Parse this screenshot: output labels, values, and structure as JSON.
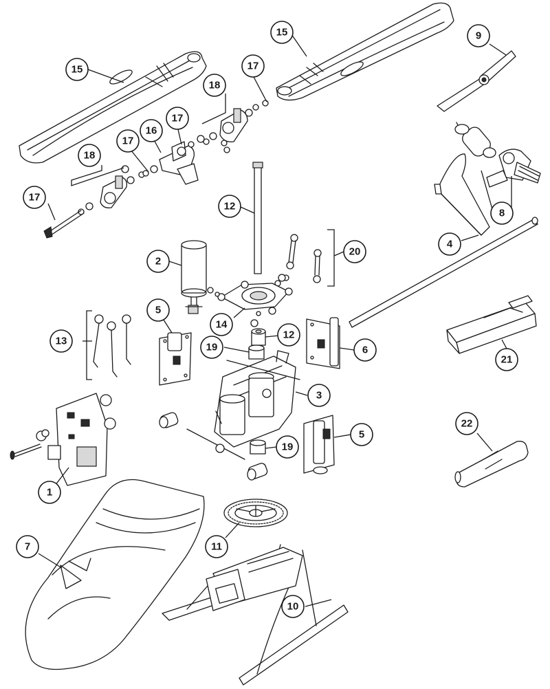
{
  "callouts": [
    {
      "id": "c15a",
      "label": "15"
    },
    {
      "id": "c15b",
      "label": "15"
    },
    {
      "id": "c17a",
      "label": "17"
    },
    {
      "id": "c18a",
      "label": "18"
    },
    {
      "id": "c17b",
      "label": "17"
    },
    {
      "id": "c16",
      "label": "16"
    },
    {
      "id": "c17c",
      "label": "17"
    },
    {
      "id": "c18b",
      "label": "18"
    },
    {
      "id": "c17d",
      "label": "17"
    },
    {
      "id": "c9",
      "label": "9"
    },
    {
      "id": "c12a",
      "label": "12"
    },
    {
      "id": "c8",
      "label": "8"
    },
    {
      "id": "c4",
      "label": "4"
    },
    {
      "id": "c20",
      "label": "20"
    },
    {
      "id": "c2",
      "label": "2"
    },
    {
      "id": "c5a",
      "label": "5"
    },
    {
      "id": "c14",
      "label": "14"
    },
    {
      "id": "c12b",
      "label": "12"
    },
    {
      "id": "c13",
      "label": "13"
    },
    {
      "id": "c19a",
      "label": "19"
    },
    {
      "id": "c6",
      "label": "6"
    },
    {
      "id": "c21",
      "label": "21"
    },
    {
      "id": "c3",
      "label": "3"
    },
    {
      "id": "c22",
      "label": "22"
    },
    {
      "id": "c5b",
      "label": "5"
    },
    {
      "id": "c19b",
      "label": "19"
    },
    {
      "id": "c1",
      "label": "1"
    },
    {
      "id": "c7",
      "label": "7"
    },
    {
      "id": "c11",
      "label": "11"
    },
    {
      "id": "c10",
      "label": "10"
    }
  ]
}
